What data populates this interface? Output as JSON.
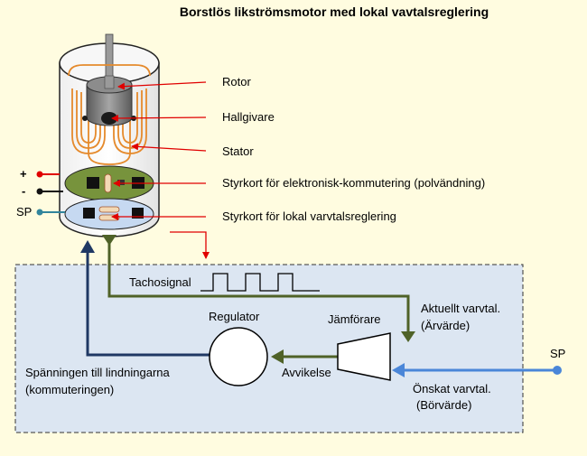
{
  "title": "Borstlös likströmsmotor med lokal vavtalsreglering",
  "motor_labels": {
    "rotor": "Rotor",
    "hall": "Hallgivare",
    "stator": "Stator",
    "board1": "Styrkort för elektronisk-kommutering (polvändning)",
    "board2": "Styrkort för lokal varvtalsreglering"
  },
  "terminals": {
    "plus": "+",
    "minus": "-",
    "sp": "SP"
  },
  "block": {
    "tacho": "Tachosignal",
    "regulator": "Regulator",
    "comparator": "Jämförare",
    "actual_1": "Aktuellt varvtal.",
    "actual_2": "(Ärvärde)",
    "deviation": "Avvikelse",
    "voltage_1": "Spänningen till lindningarna",
    "voltage_2": "(kommuteringen)",
    "sp": "SP",
    "desired_1": "Önskat varvtal.",
    "desired_2": "(Börvärde)"
  },
  "colors": {
    "background": "#FFFCE0",
    "control_box": "#DCE6F2",
    "feedback_line": "#4F6228",
    "drive_line": "#1F3864",
    "setpoint_line": "#4A86D8",
    "pointer": "#E00000",
    "coil": "#E58A2C",
    "board1": "#77933C",
    "board2": "#C6D9F1"
  }
}
